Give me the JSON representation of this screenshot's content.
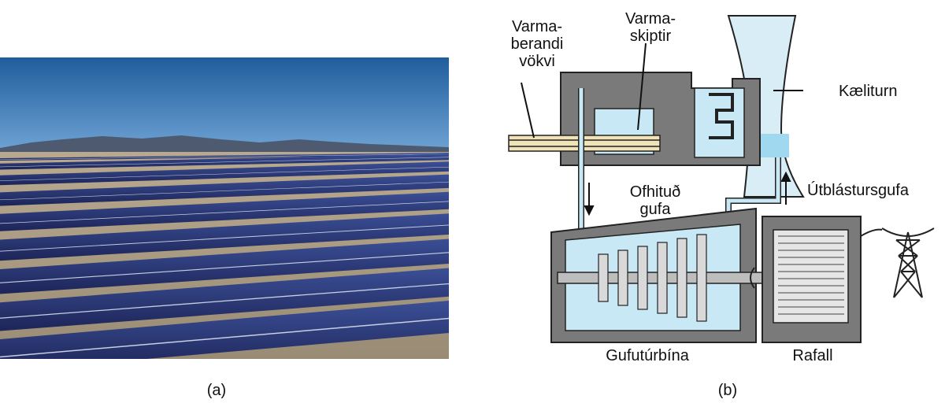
{
  "panels": {
    "a_caption": "(a)",
    "b_caption": "(b)"
  },
  "labels": {
    "heat_transfer_fluid_line1": "Varma-",
    "heat_transfer_fluid_line2": "berandi",
    "heat_transfer_fluid_line3": "vökvi",
    "heat_exchanger_line1": "Varma-",
    "heat_exchanger_line2": "skiptir",
    "cooling_tower": "Kæliturn",
    "superheated_steam_line1": "Ofhituð",
    "superheated_steam_line2": "gufa",
    "exhaust_steam": "Útblástursgufa",
    "steam_turbine": "Gufutúrbína",
    "generator": "Rafall"
  },
  "colors": {
    "housing": "#7a7a7a",
    "water": "#c9e8f5",
    "water_dark": "#9fd8ef",
    "sky": "#2f6aa8",
    "mirror": "#2b3a7a"
  }
}
